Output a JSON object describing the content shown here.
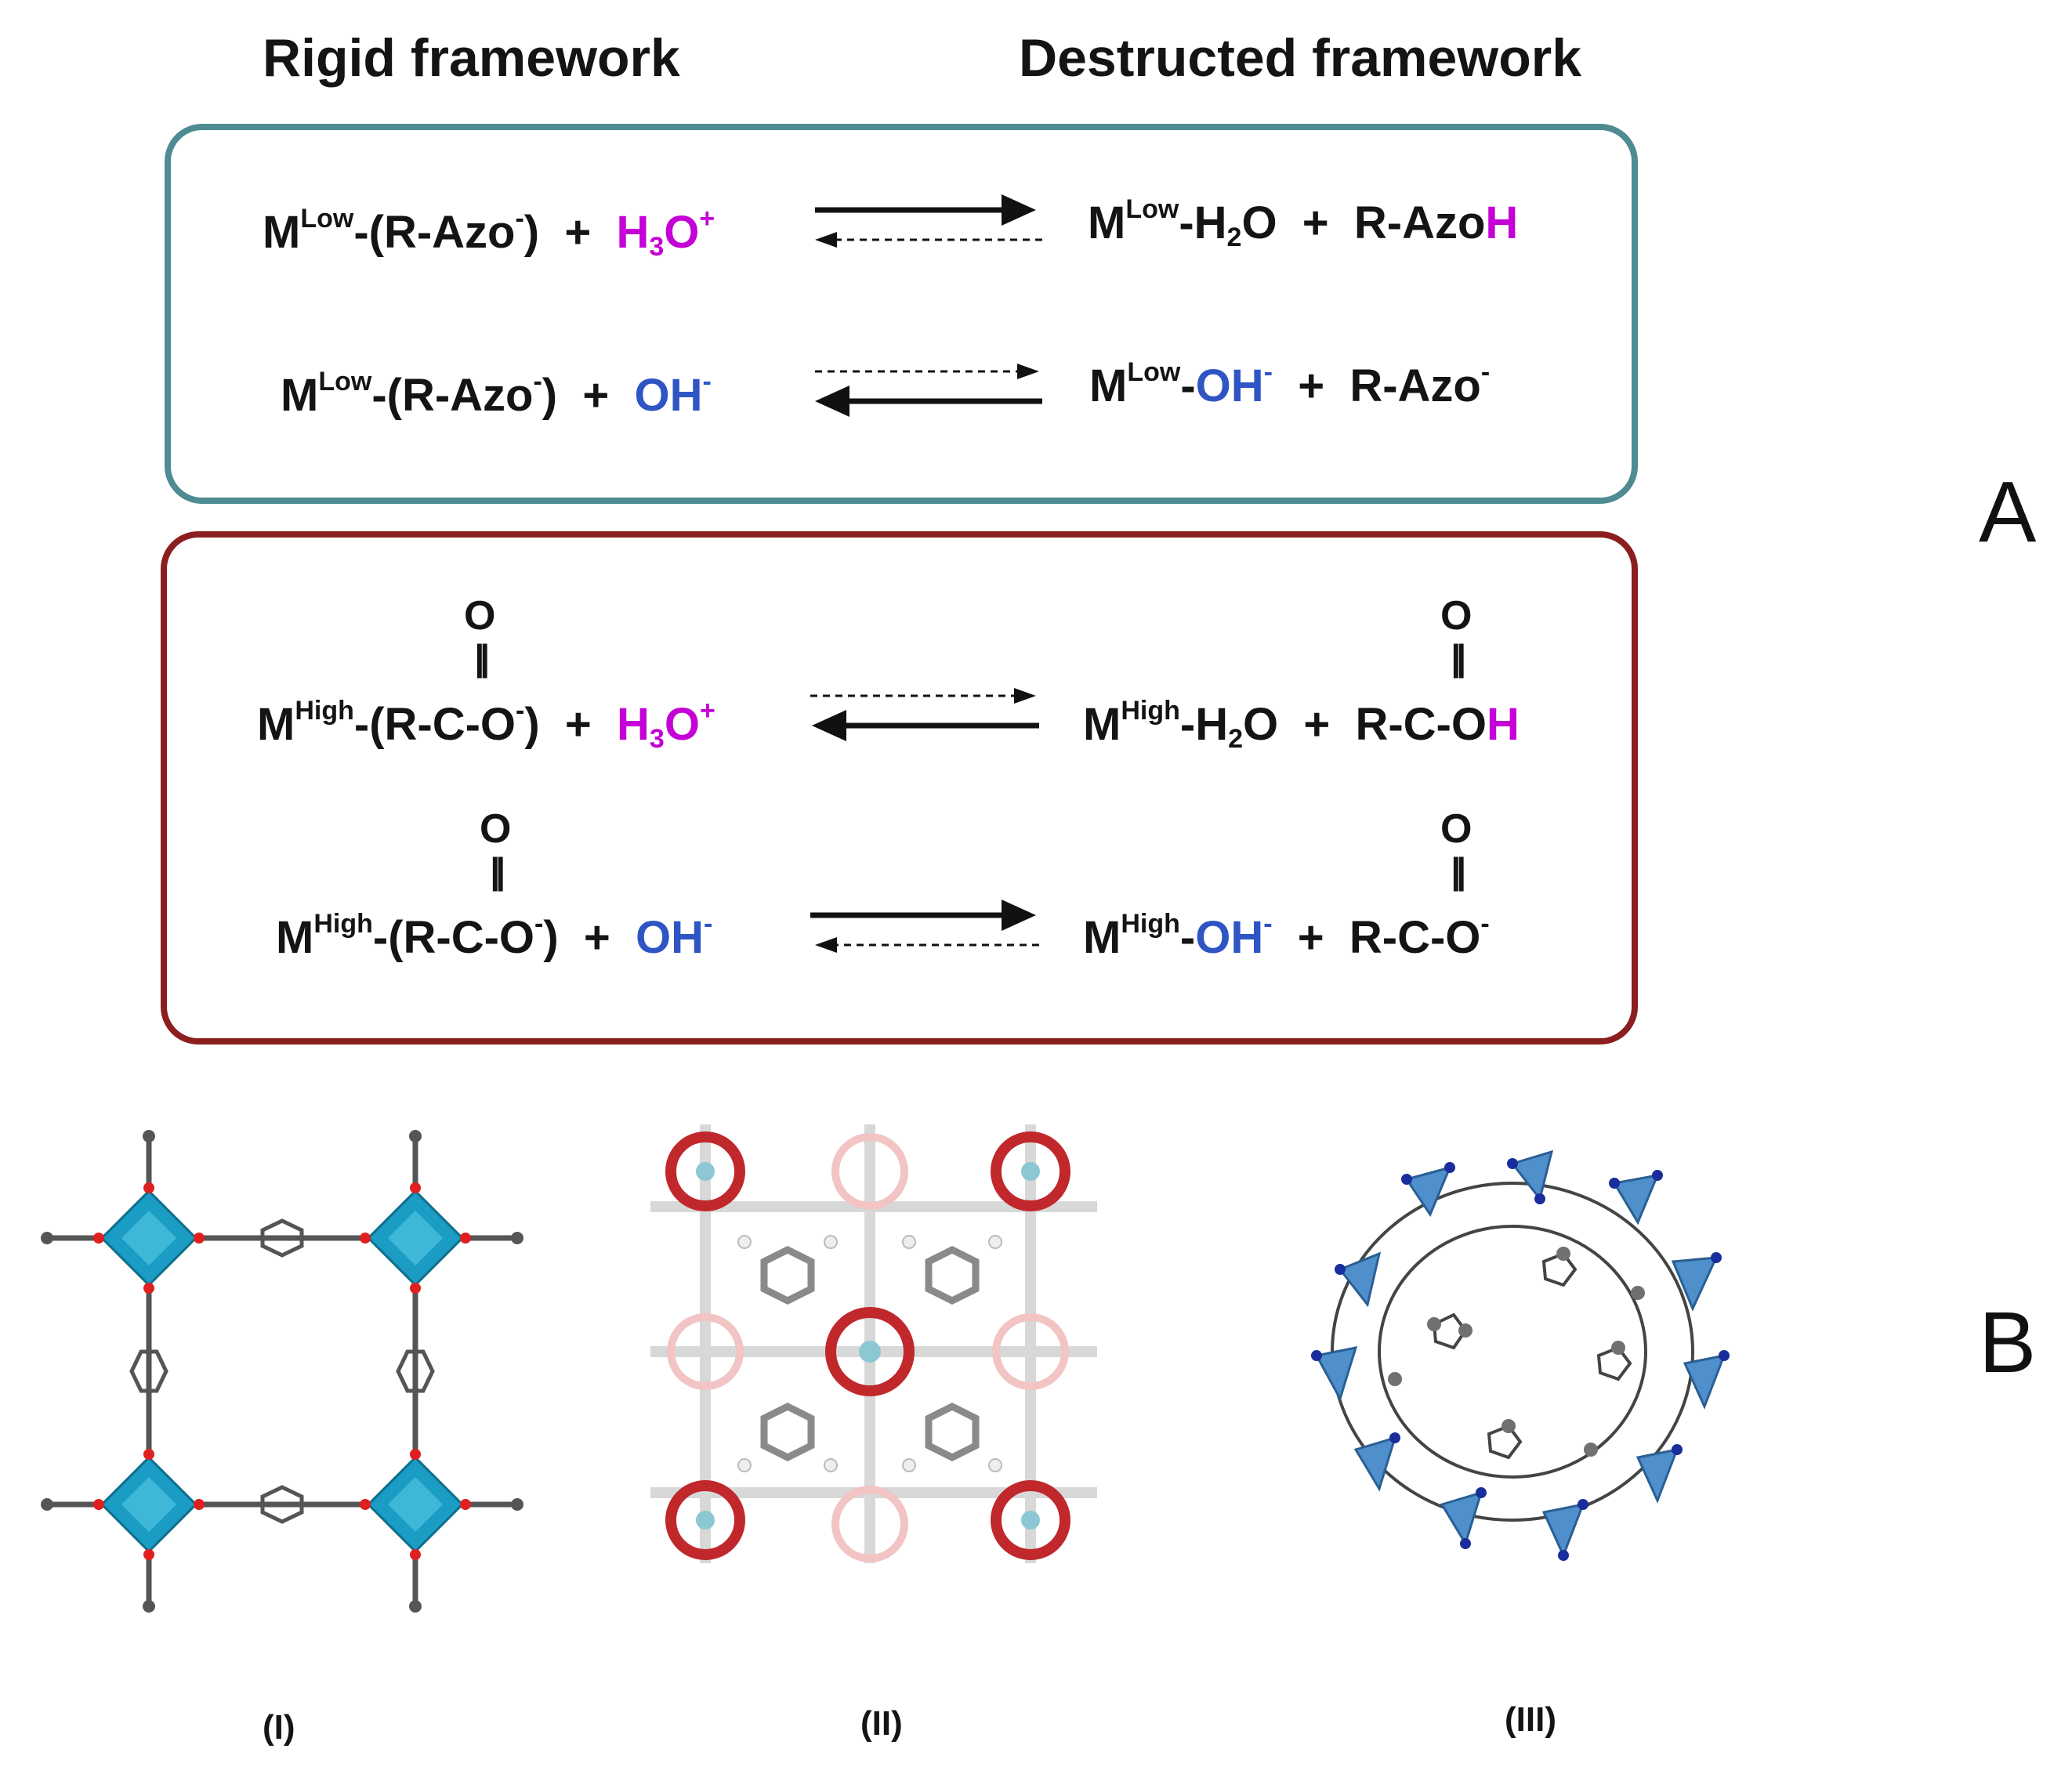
{
  "headers": {
    "left": "Rigid framework",
    "right": "Destructed framework"
  },
  "panel_labels": {
    "a": "A",
    "b": "B"
  },
  "colors": {
    "box_low": "#4E8B92",
    "box_high": "#8B1E1E",
    "acid": "#C400D6",
    "base": "#2F55C4"
  },
  "low": {
    "metal": "M",
    "metal_sup": "Low",
    "ligand_open": "-(R-Azo",
    "ligand_sup": "-",
    "ligand_close": ")",
    "plus": "+",
    "h3o_main": "H",
    "h3o_sub": "3",
    "h3o_o": "O",
    "h3o_sup": "+",
    "oh": "OH",
    "oh_sup": "-",
    "p1_water": "-H",
    "p1_water_sub": "2",
    "p1_water_o": "O",
    "p1_ligand": "R-Azo",
    "p1_ligand_h": "H",
    "p2_dash": "-",
    "p2_ligand": "R-Azo",
    "p2_ligand_sup": "-"
  },
  "high": {
    "metal": "M",
    "metal_sup": "High",
    "ligand_open": "-(R-C-O",
    "ligand_sup": "-",
    "ligand_close": ")",
    "carbonyl_o": "O",
    "carbonyl_bond": "||",
    "p1_ligand": "R-C-O",
    "p1_ligand_h": "H",
    "p2_ligand": "R-C-O",
    "p2_ligand_sup": "-"
  },
  "structures": {
    "s1": "(I)",
    "s2": "(II)",
    "s3": "(III)"
  }
}
